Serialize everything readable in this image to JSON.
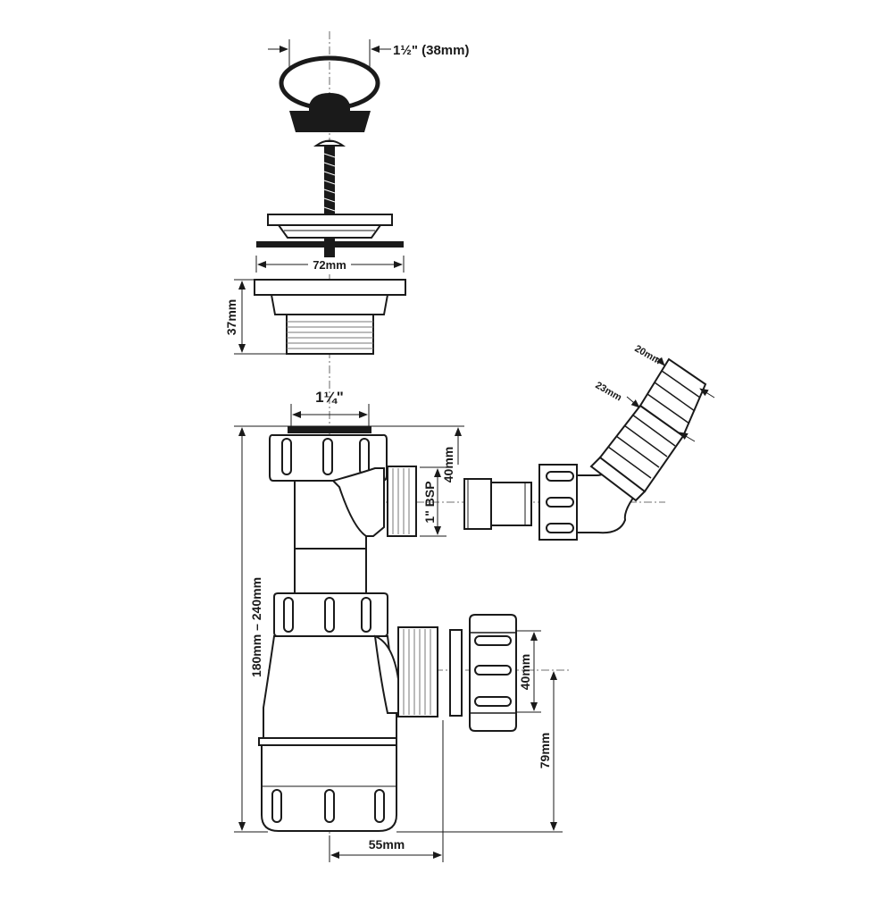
{
  "diagram": {
    "dimensions": {
      "plug_diameter": "1½\" (38mm)",
      "waste_diameter": "72mm",
      "waste_height": "37mm",
      "inlet_size": "1¼\"",
      "overall_height": "180mm – 240mm",
      "outlet_thread": "1\" BSP",
      "outlet_height": "40mm",
      "hose_outer": "20mm",
      "hose_inner": "23mm",
      "bottom_outlet_height": "40mm",
      "outlet_centre_height": "79mm",
      "outlet_offset": "55mm"
    }
  }
}
